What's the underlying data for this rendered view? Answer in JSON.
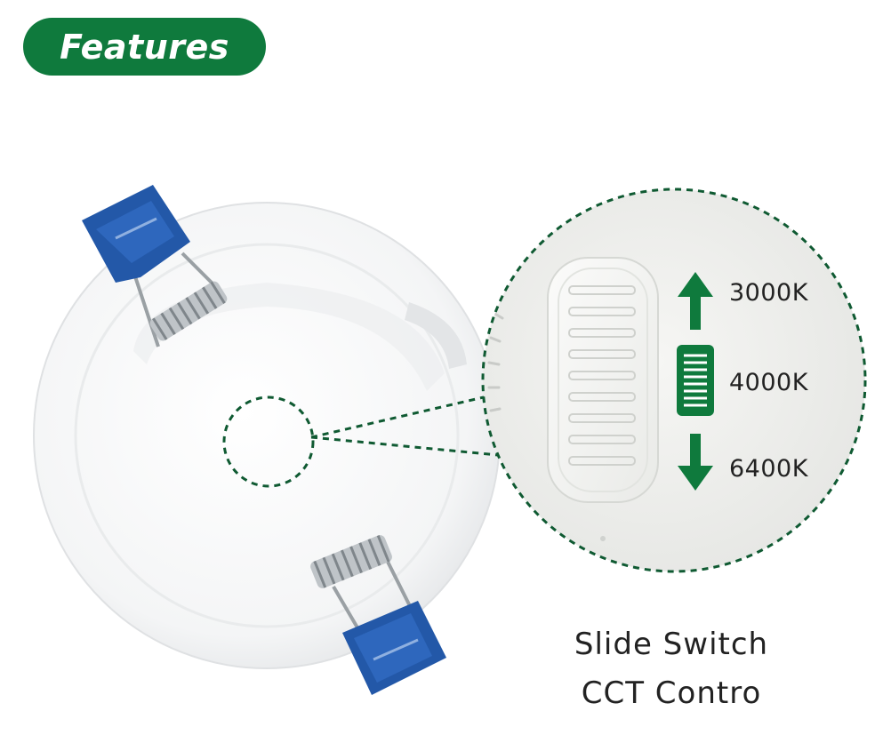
{
  "header": {
    "badge_label": "Features"
  },
  "switch": {
    "settings": [
      {
        "label": "3000K"
      },
      {
        "label": "4000K"
      },
      {
        "label": "6400K"
      }
    ]
  },
  "caption": {
    "line1": "Slide Switch",
    "line2": "CCT Contro"
  },
  "colors": {
    "accent": "#0f7a3d",
    "clip": "#2358a8",
    "text": "#222222"
  },
  "icons": [
    "arrow-up-icon",
    "slider-thumb-icon",
    "arrow-down-icon"
  ]
}
